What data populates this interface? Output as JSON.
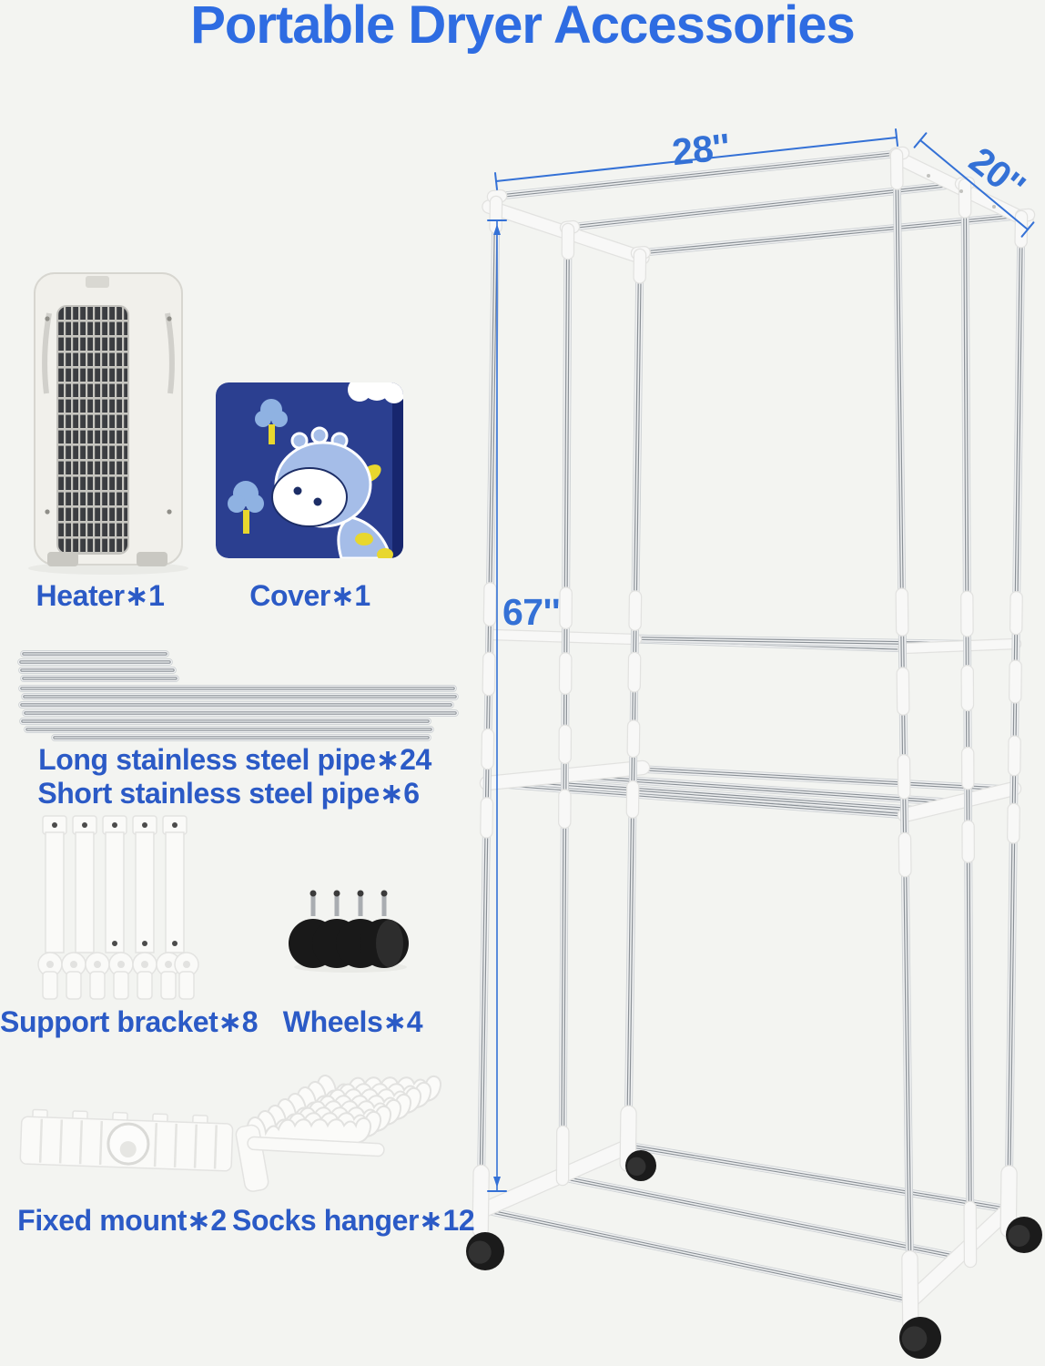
{
  "title": "Portable Dryer Accessories",
  "accessories": {
    "heater": {
      "label": "Heater∗1",
      "icon": "tower-heater-image"
    },
    "cover": {
      "label": "Cover∗1",
      "icon": "giraffe-print-cover-image"
    },
    "pipes": {
      "label_long": "Long stainless steel pipe∗24",
      "label_short": "Short stainless steel pipe∗6",
      "icon": "steel-pipes-image"
    },
    "support_bracket": {
      "label": "Support bracket∗8",
      "icon": "support-bracket-image"
    },
    "wheels": {
      "label": "Wheels∗4",
      "icon": "caster-wheels-image"
    },
    "fixed_mount": {
      "label": "Fixed mount∗2",
      "icon": "fixed-mount-image"
    },
    "socks_hanger": {
      "label": "Socks hanger∗12",
      "icon": "socks-hanger-image"
    }
  },
  "dimensions": {
    "width": "28''",
    "depth": "20''",
    "height": "67''"
  },
  "colors": {
    "title_blue": "#2e6ce2",
    "label_blue": "#2b5ac6",
    "dimension_blue": "#3471d6",
    "cover_navy": "#2b3f90",
    "cover_accent_yellow": "#e8d72e",
    "cover_giraffe_blue": "#a5bde8",
    "background": "#f3f4f1"
  }
}
